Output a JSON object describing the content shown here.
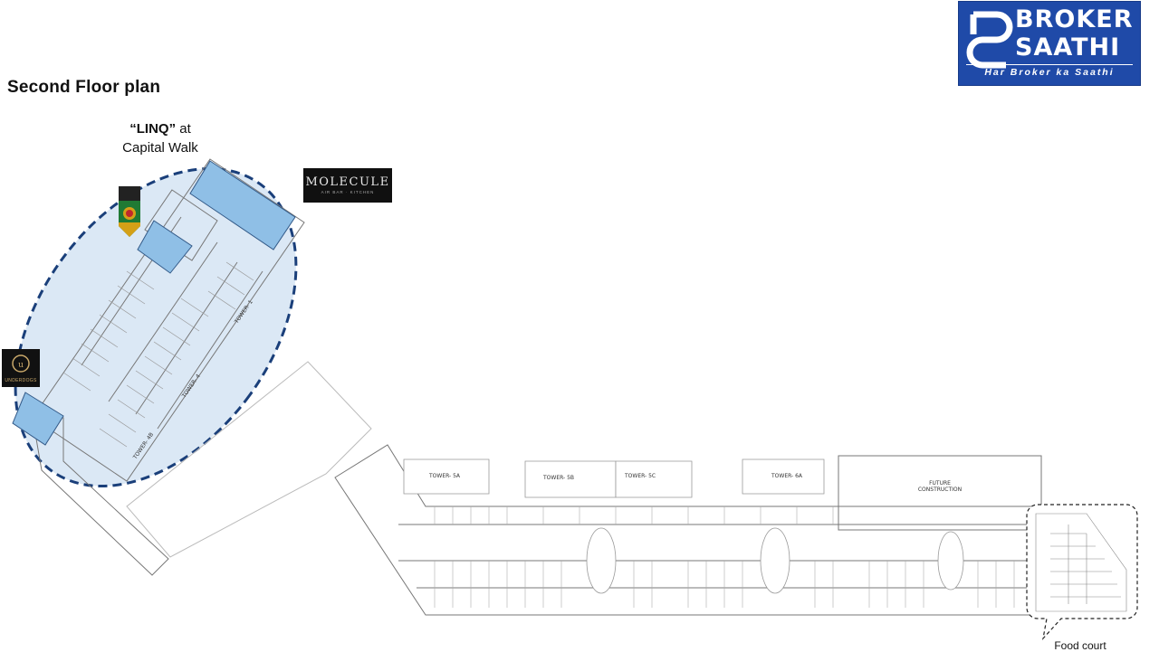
{
  "page": {
    "title": "Second Floor plan"
  },
  "logo": {
    "line1": "BROKER",
    "line2": "SAATHI",
    "tagline": "Har Broker ka Saathi",
    "brand_color": "#1f4aa8"
  },
  "linq": {
    "name": "“LINQ”",
    "suffix": " at",
    "location": "Capital Walk",
    "highlight_color": "#cfe0f2",
    "outline_color": "#1a3f7a"
  },
  "brands": {
    "molecule": "MOLECULE",
    "molecule_sub": "AIR BAR · KITCHEN",
    "under": "UNDERDOGS"
  },
  "towers": [
    "TOWER- 1",
    "TOWER- 4",
    "TOWER- 4B",
    "TOWER- 5A",
    "TOWER- 5B",
    "TOWER- 5C",
    "TOWER- 6A"
  ],
  "future": {
    "line1": "FUTURE",
    "line2": "CONSTRUCTION"
  },
  "food_court": {
    "label": "Food court"
  }
}
